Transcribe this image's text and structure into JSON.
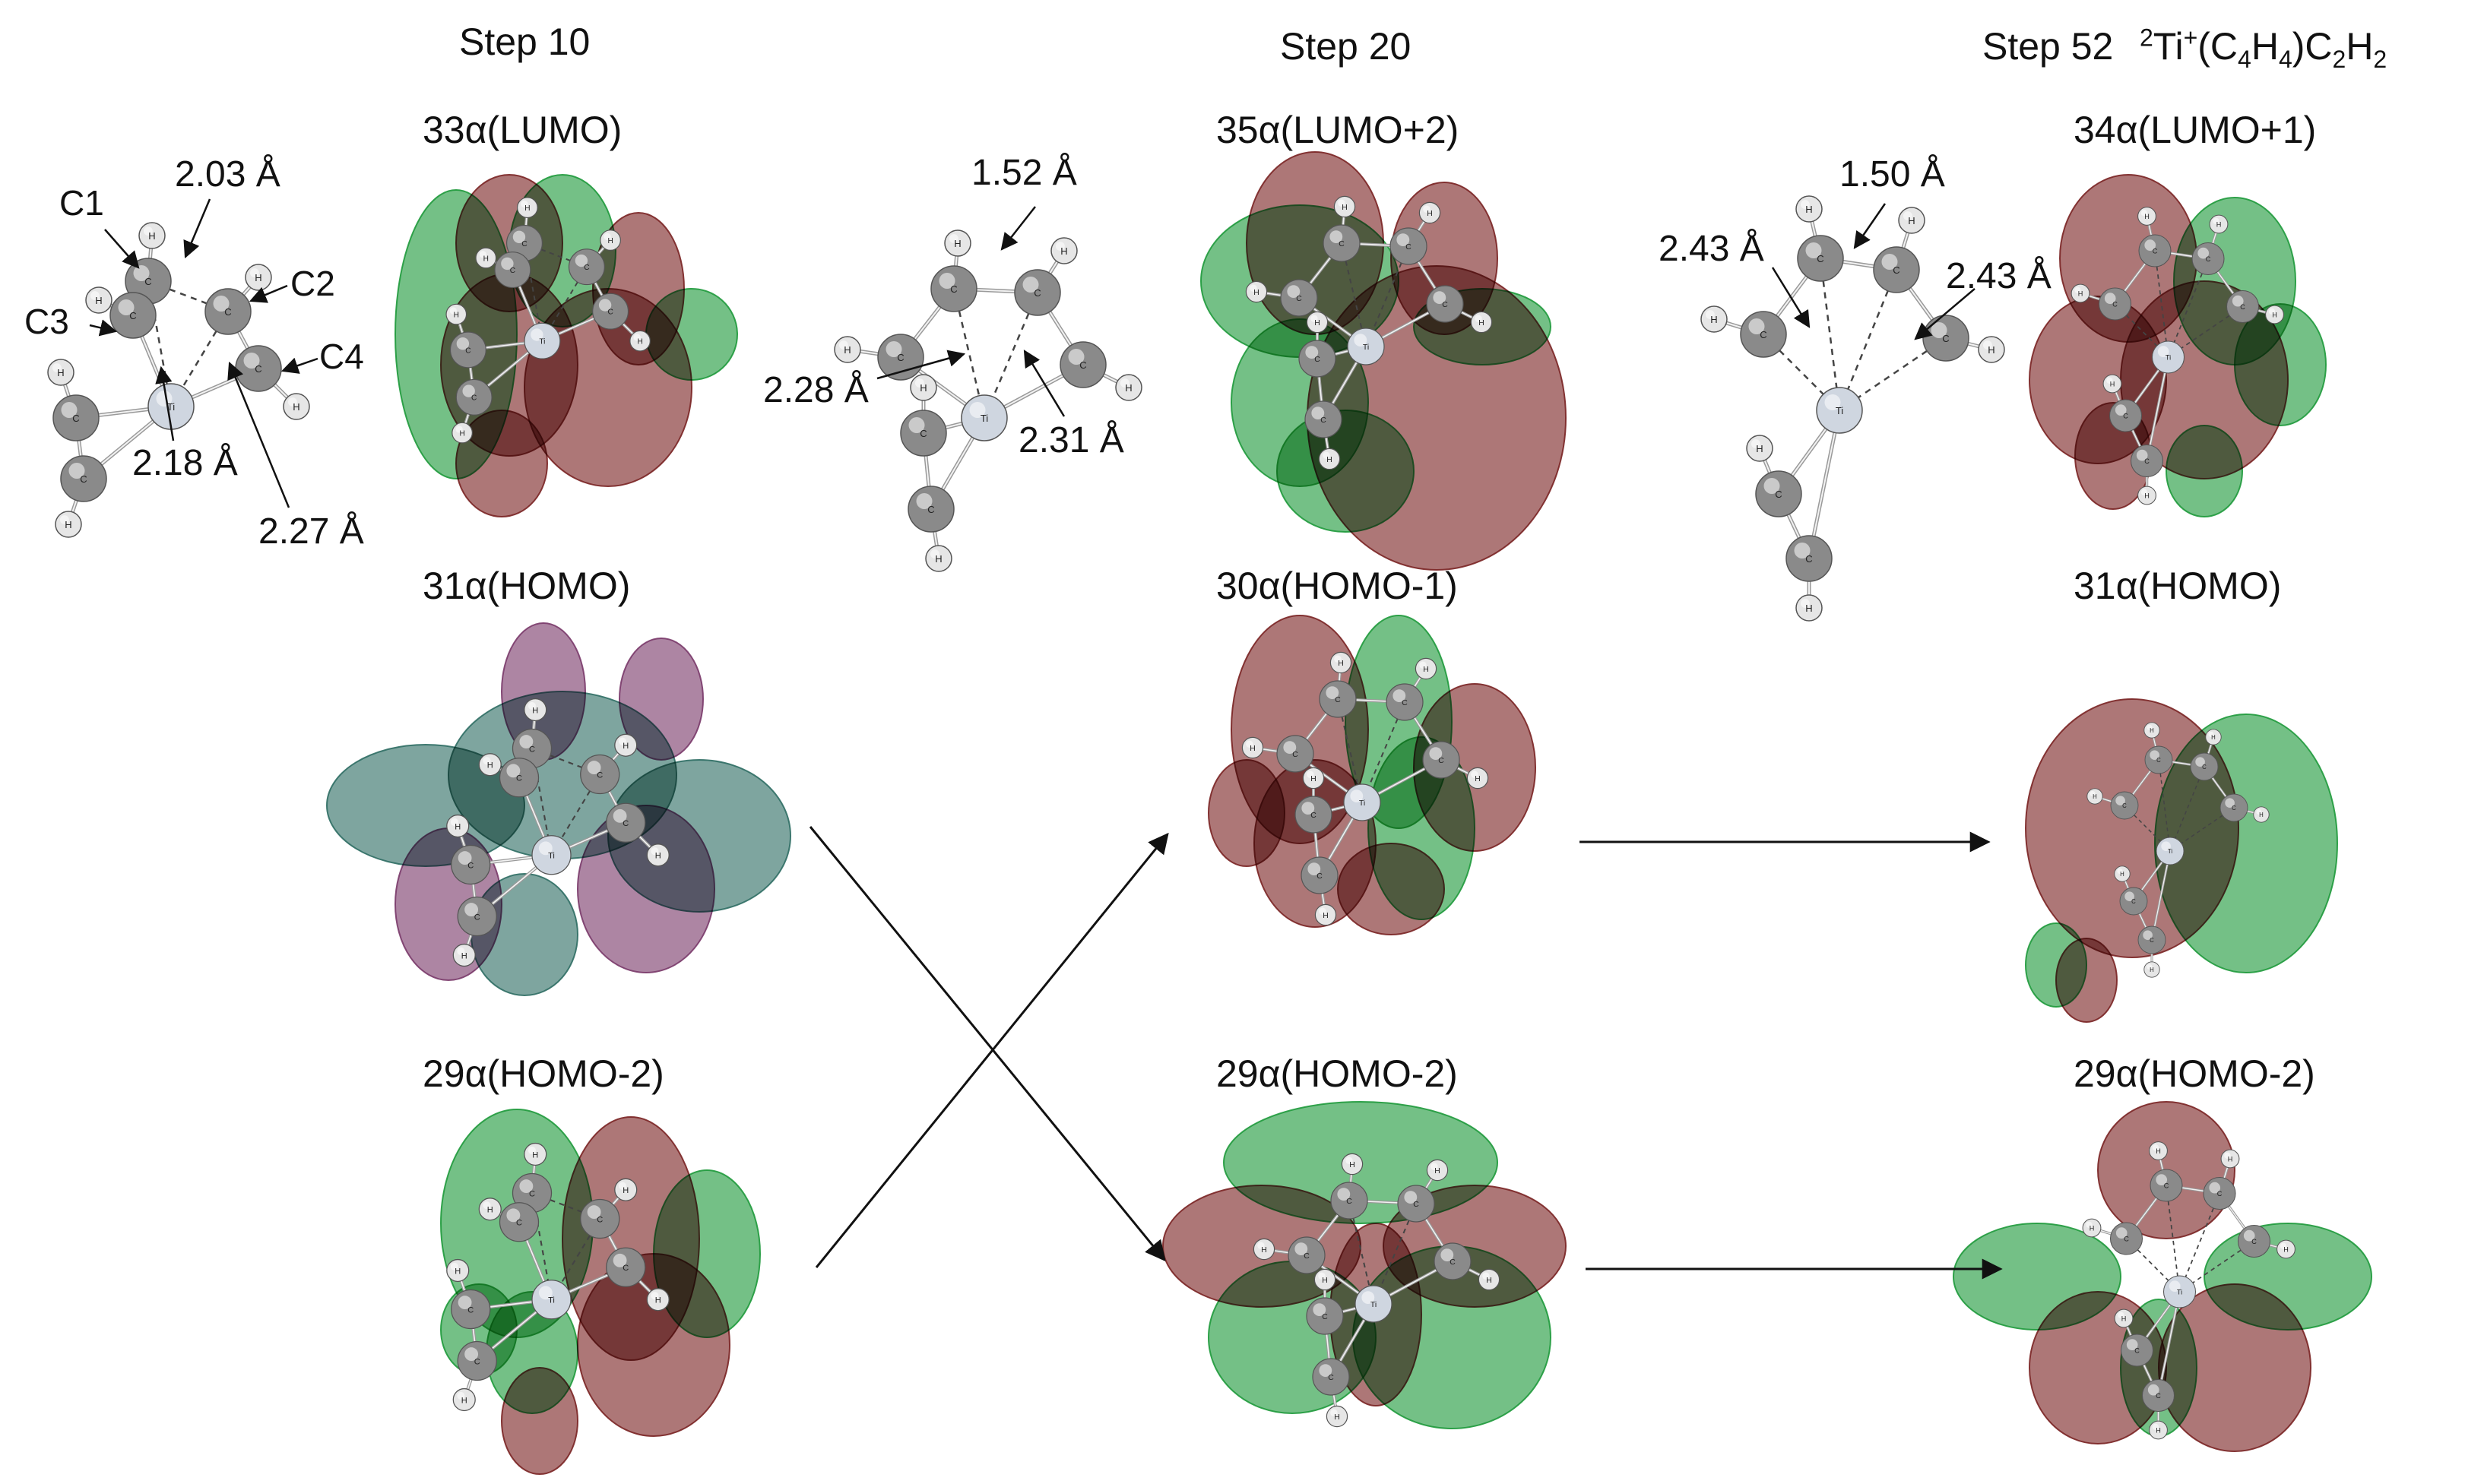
{
  "columns": [
    {
      "step": "Step 10",
      "species": ""
    },
    {
      "step": "Step 20",
      "species": ""
    },
    {
      "step": "Step 52",
      "species_parts": [
        "2",
        "Ti",
        "+",
        "(C",
        "4",
        "H",
        "4",
        ")C",
        "2",
        "H",
        "2"
      ]
    }
  ],
  "orbitals": {
    "s10_lumo": "33α(LUMO)",
    "s10_homo": "31α(HOMO)",
    "s10_homo2": "29α(HOMO-2)",
    "s20_lumo": "35α(LUMO+2)",
    "s20_homo1": "30α(HOMO-1)",
    "s20_homo2": "29α(HOMO-2)",
    "s52_lumo": "34α(LUMO+1)",
    "s52_homo": "31α(HOMO)",
    "s52_homo2": "29α(HOMO-2)"
  },
  "geometry_labels": {
    "s10": {
      "c1": "C1",
      "c2": "C2",
      "c3": "C3",
      "c4": "C4",
      "d1": "2.03 Å",
      "d2": "2.18 Å",
      "d3": "2.27 Å"
    },
    "s20": {
      "d1": "1.52 Å",
      "d2": "2.28 Å",
      "d3": "2.31 Å"
    },
    "s52": {
      "d1": "1.50 Å",
      "d2": "2.43 Å",
      "d3": "2.43 Å"
    }
  },
  "atom_glyphs": {
    "carbon": "C",
    "hydrogen": "H",
    "titanium": "Ti"
  },
  "colors": {
    "lobe_green": "#1f9a3c",
    "lobe_red": "#7a2424",
    "lobe_purple": "#7a3a6a",
    "lobe_teal": "#2f6e64",
    "carbon": "#8a8a8a",
    "hydrogen": "#e6e6e6",
    "titanium": "#cfd6e0",
    "arrow": "#111111"
  },
  "correlation_arrows": [
    {
      "from": "s10_homo",
      "to": "s20_homo2"
    },
    {
      "from": "s10_homo2",
      "to": "s20_homo1"
    },
    {
      "from": "s20_homo1",
      "to": "s52_homo"
    },
    {
      "from": "s20_homo2",
      "to": "s52_homo2"
    }
  ]
}
